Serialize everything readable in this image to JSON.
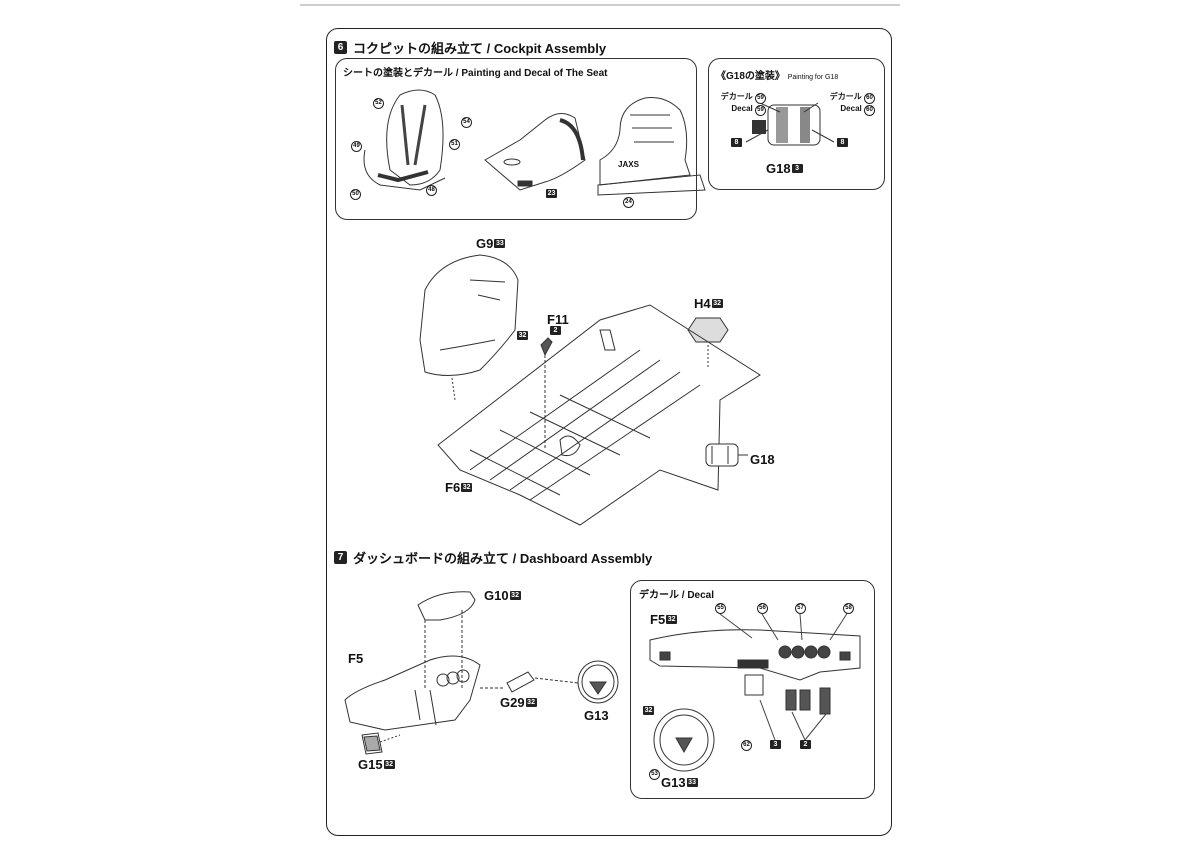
{
  "step6": {
    "number": "6",
    "title": "コクピットの組み立て / Cockpit Assembly",
    "seat_box": {
      "title": "シートの塗装とデカール / Painting and Decal of The Seat",
      "callouts": [
        "52",
        "54",
        "51",
        "49",
        "50",
        "48",
        "23",
        "24"
      ],
      "logo": "JAXS"
    },
    "g18_box": {
      "title_jp": "《G18の塗装》",
      "title_en": "Painting for G18",
      "left_decal_jp": "デカール",
      "left_decal_en": "Decal",
      "left_nums": [
        "59",
        "59"
      ],
      "right_decal_jp": "デカール",
      "right_decal_en": "Decal",
      "right_nums": [
        "60",
        "60"
      ],
      "color_badge": "8",
      "part": "G18",
      "part_badge": "3"
    },
    "parts": {
      "g9": "G9",
      "g9_badge": "33",
      "f11": "F11",
      "f11_badge": "2",
      "f11_side_badge": "32",
      "h4": "H4",
      "h4_badge": "32",
      "f6": "F6",
      "f6_badge": "32",
      "g18": "G18"
    }
  },
  "step7": {
    "number": "7",
    "title": "ダッシュボードの組み立て / Dashboard Assembly",
    "parts": {
      "g10": "G10",
      "g10_badge": "32",
      "f5": "F5",
      "g29": "G29",
      "g29_badge": "32",
      "g13": "G13",
      "g15": "G15",
      "g15_badge": "32"
    },
    "decal_box": {
      "title": "デカール / Decal",
      "f5": "F5",
      "f5_badge": "32",
      "callouts": [
        "55",
        "56",
        "57",
        "58"
      ],
      "wheel_badge": "32",
      "wheel_num": "53",
      "num_62": "62",
      "badge_3": "3",
      "badge_2": "2",
      "g13": "G13",
      "g13_badge": "33"
    }
  }
}
